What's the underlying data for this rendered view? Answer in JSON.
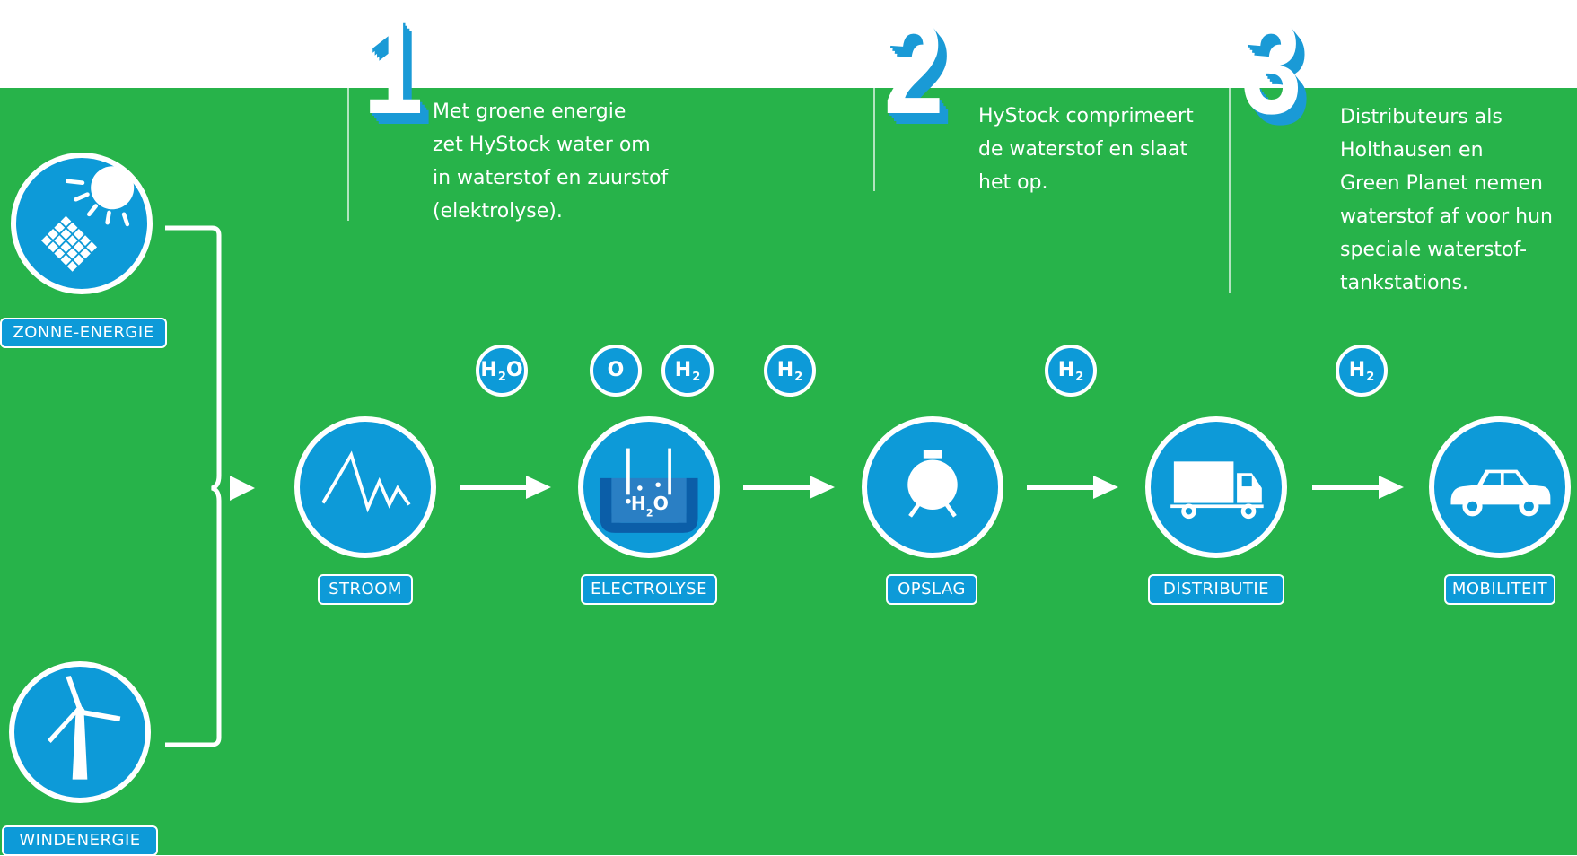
{
  "steps": [
    {
      "number": "1",
      "text": "Met groene energie\nzet HyStock water om\nin waterstof en zuurstof\n(elektrolyse)."
    },
    {
      "number": "2",
      "text": "HyStock comprimeert\nde waterstof en slaat\nhet op."
    },
    {
      "number": "3",
      "text": "Distributeurs als\nHolthausen en\nGreen Planet nemen\nwaterstof af voor hun\nspeciale waterstof-\ntankstations."
    }
  ],
  "sources": [
    {
      "label": "ZONNE-ENERGIE",
      "icon": "sun-solar-panel-icon"
    },
    {
      "label": "WINDENERGIE",
      "icon": "wind-turbine-icon"
    }
  ],
  "process": [
    {
      "label": "STROOM",
      "icon": "electricity-wave-icon"
    },
    {
      "label": "ELECTROLYSE",
      "icon": "electrolysis-tank-icon",
      "icon_text": "H",
      "icon_sub": "2",
      "icon_tail": "O"
    },
    {
      "label": "OPSLAG",
      "icon": "storage-tank-icon"
    },
    {
      "label": "DISTRIBUTIE",
      "icon": "truck-icon"
    },
    {
      "label": "MOBILITEIT",
      "icon": "car-icon"
    }
  ],
  "molecules": [
    {
      "main": "H",
      "sub": "2",
      "tail": "O"
    },
    {
      "main": "O",
      "sub": "",
      "tail": ""
    },
    {
      "main": "H",
      "sub": "2",
      "tail": ""
    },
    {
      "main": "H",
      "sub": "2",
      "tail": ""
    },
    {
      "main": "H",
      "sub": "2",
      "tail": ""
    },
    {
      "main": "H",
      "sub": "2",
      "tail": ""
    }
  ],
  "colors": {
    "background_top": "#ffffff",
    "panel_green": "#27b34a",
    "icon_blue": "#0d9ad8",
    "number_shadow_blue": "#1a9ad6",
    "text_white": "#ffffff"
  }
}
